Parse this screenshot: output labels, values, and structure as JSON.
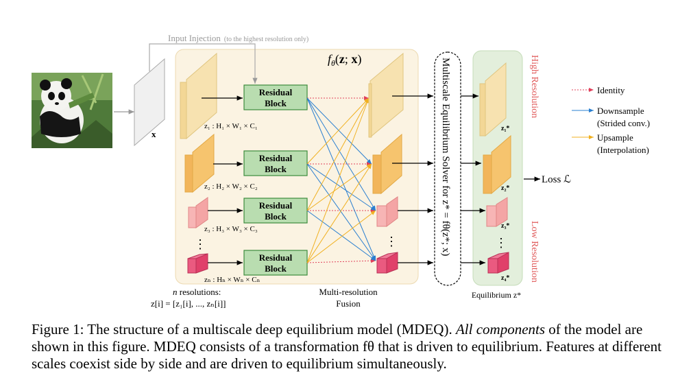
{
  "figure": {
    "input_injection": "Input Injection",
    "input_injection_note": "(to the highest resolution only)",
    "f_theta": "fθ(z; x)",
    "x_label": "x",
    "residual_block": "Residual\nBlock",
    "z_labels": [
      "z₁ : H₁ × W₁ × C₁",
      "z₂ : H₂ × W₂ × C₂",
      "z₃ : H₃ × W₃ × C₃",
      "zₙ : Hₙ × Wₙ × Cₙ"
    ],
    "n_resolutions_line1": "n resolutions:",
    "n_resolutions_line2": "z[i] = [z₁[i], ..., zₙ[i]]",
    "fusion_line1": "Multi-resolution",
    "fusion_line2": "Fusion",
    "solver_label": "Multiscale Equilibrium Solver for z* = fθ(z*; x)",
    "equilibrium_label": "Equilibrium z*",
    "z_star_labels": [
      "z₁*",
      "z₂*",
      "z₃*",
      "z₄*"
    ],
    "high_resolution": "High Resolution",
    "low_resolution": "Low Resolution",
    "loss": "Loss ℒ",
    "dots": "⋮",
    "legend": {
      "identity": "Identity",
      "downsample_line1": "Downsample",
      "downsample_line2": "(Strided conv.)",
      "upsample_line1": "Upsample",
      "upsample_line2": "(Interpolation)"
    }
  },
  "colors": {
    "identity": "#e0405a",
    "downsample": "#2a7fd0",
    "upsample": "#f0b020",
    "residual_fill": "#b9ddb0",
    "residual_stroke": "#3c8c3c",
    "panel_fill": "#fbf3e2",
    "equilibrium_fill": "#e3efdc",
    "resolution_text": "#e05a5a"
  },
  "caption": {
    "part1": "Figure 1: The structure of a multiscale deep equilibrium model (MDEQ). ",
    "part2_italic": "All components",
    "part3": " of the model are shown in this figure. MDEQ consists of a transformation fθ that is driven to equilibrium. Features at different scales coexist side by side and are driven to equilibrium simultaneously."
  }
}
